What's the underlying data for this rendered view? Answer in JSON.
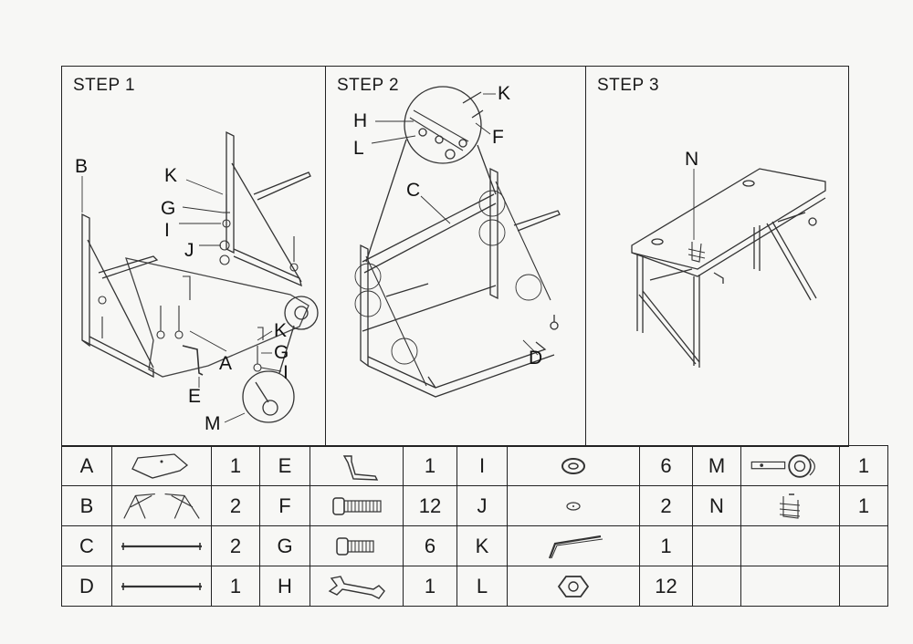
{
  "steps": [
    {
      "title": "STEP 1",
      "callouts": [
        "B",
        "K",
        "G",
        "I",
        "J",
        "A",
        "K",
        "G",
        "I",
        "E",
        "M"
      ]
    },
    {
      "title": "STEP 2",
      "callouts": [
        "K",
        "H",
        "F",
        "L",
        "C",
        "D"
      ]
    },
    {
      "title": "STEP 3",
      "callouts": [
        "N"
      ]
    }
  ],
  "parts": [
    [
      {
        "letter": "A",
        "icon": "tabletop-icon",
        "qty": "1"
      },
      {
        "letter": "E",
        "icon": "bracket-icon",
        "qty": "1"
      },
      {
        "letter": "I",
        "icon": "washer-icon",
        "qty": "6"
      },
      {
        "letter": "M",
        "icon": "cable-clip-icon",
        "qty": "1"
      }
    ],
    [
      {
        "letter": "B",
        "icon": "leg-frame-icon",
        "qty": "2"
      },
      {
        "letter": "F",
        "icon": "long-bolt-icon",
        "qty": "12"
      },
      {
        "letter": "J",
        "icon": "cap-icon",
        "qty": "2"
      },
      {
        "letter": "N",
        "icon": "headphone-hook-icon",
        "qty": "1"
      }
    ],
    [
      {
        "letter": "C",
        "icon": "crossbar-icon",
        "qty": "2"
      },
      {
        "letter": "G",
        "icon": "short-bolt-icon",
        "qty": "6"
      },
      {
        "letter": "K",
        "icon": "allen-key-icon",
        "qty": "1"
      },
      {
        "letter": "",
        "icon": "",
        "qty": ""
      }
    ],
    [
      {
        "letter": "D",
        "icon": "crossbar-icon",
        "qty": "1"
      },
      {
        "letter": "H",
        "icon": "wrench-icon",
        "qty": "1"
      },
      {
        "letter": "L",
        "icon": "hex-nut-icon",
        "qty": "12"
      },
      {
        "letter": "",
        "icon": "",
        "qty": ""
      }
    ]
  ]
}
